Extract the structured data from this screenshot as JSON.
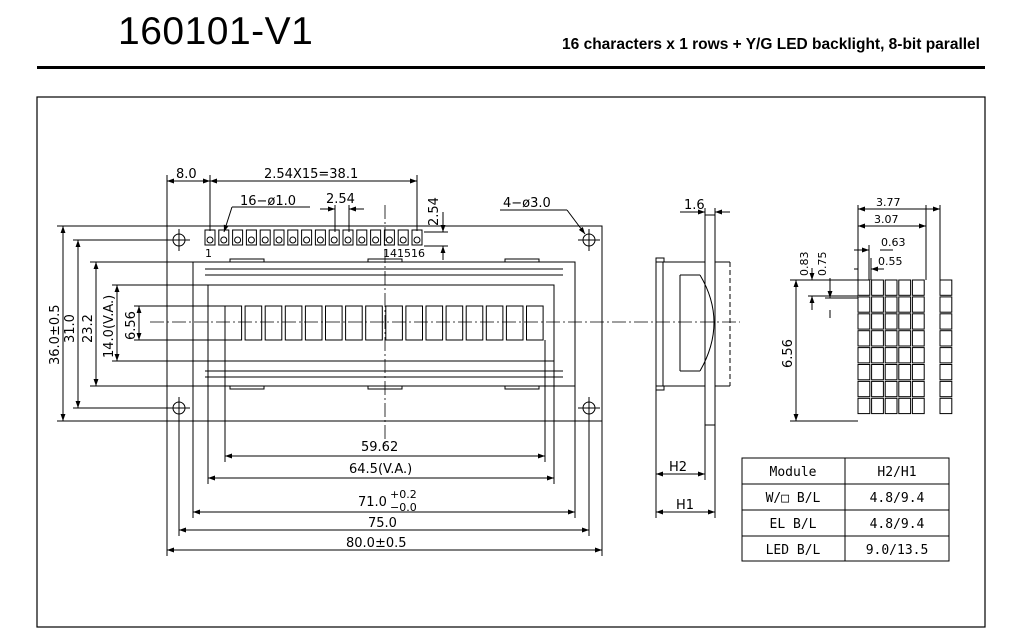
{
  "header": {
    "model": "160101-V1",
    "description": "16 characters x 1 rows + Y/G LED backlight, 8-bit parallel"
  },
  "front_view": {
    "dims": {
      "pin_offset": "8.0",
      "pin_span": "2.54X15=38.1",
      "pin_holes": "16−ø1.0",
      "pin_pitch": "2.54",
      "pin_row_height": "2.54",
      "mount_holes": "4−ø3.0",
      "pcb_height": "36.0±0.5",
      "hole_spacing_v": "31.0",
      "bezel_height": "23.2",
      "view_area_height": "14.0(V.A.)",
      "char_height": "6.56",
      "char_span": "59.62",
      "view_area_width": "64.5(V.A.)",
      "bezel_width_base": "71.0",
      "bezel_width_tol_plus": "+0.2",
      "bezel_width_tol_minus": "−0.0",
      "hole_spacing_h": "75.0",
      "pcb_width": "80.0±0.5"
    },
    "pin_labels": {
      "first": "1",
      "last": "141516"
    },
    "char_count": 16
  },
  "side_view": {
    "pcb_thickness": "1.6",
    "h2_label": "H2",
    "h1_label": "H1"
  },
  "char_detail": {
    "dims": {
      "char_width": "3.77",
      "char_pitch": "3.07",
      "dot_pitch": "0.63",
      "dot_size": "0.55",
      "row_pitch": "0.83",
      "row_size": "0.75",
      "char_height": "6.56"
    }
  },
  "table": {
    "headers": [
      "Module",
      "H2/H1"
    ],
    "rows": [
      [
        "W/□  B/L",
        "4.8/9.4"
      ],
      [
        "EL  B/L",
        "4.8/9.4"
      ],
      [
        "LED B/L",
        "9.0/13.5"
      ]
    ]
  }
}
